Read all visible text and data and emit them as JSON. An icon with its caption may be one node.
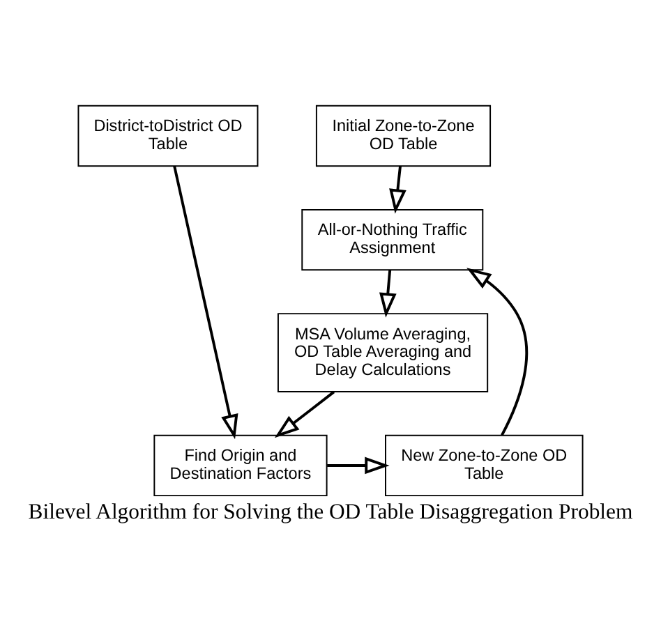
{
  "diagram": {
    "caption": "Bilevel Algorithm for Solving the OD Table Disaggregation Problem",
    "nodes": [
      {
        "text": [
          "District-toDistrict OD Table"
        ]
      },
      {
        "text": [
          "Initial Zone-to-Zone OD Table"
        ]
      },
      {
        "text": [
          "All-or-Nothing Traffic Assignment"
        ]
      },
      {
        "text": [
          "MSA Volume Averaging, OD Table Averaging and Delay Calculations"
        ]
      },
      {
        "text": [
          "Find Origin and Destination Factors"
        ]
      },
      {
        "text": [
          "New Zone-to-Zone OD Table"
        ]
      }
    ],
    "edges": [
      {
        "from": 1,
        "to": 2,
        "arrow": "to"
      },
      {
        "from": 2,
        "to": 3,
        "arrow": "to"
      },
      {
        "from": 3,
        "to": 4,
        "arrow": "to"
      },
      {
        "from": 0,
        "to": 4,
        "arrow": "to"
      },
      {
        "from": 4,
        "to": 5,
        "arrow": "to"
      },
      {
        "from": 5,
        "to": 2,
        "arrow": "to"
      }
    ]
  }
}
